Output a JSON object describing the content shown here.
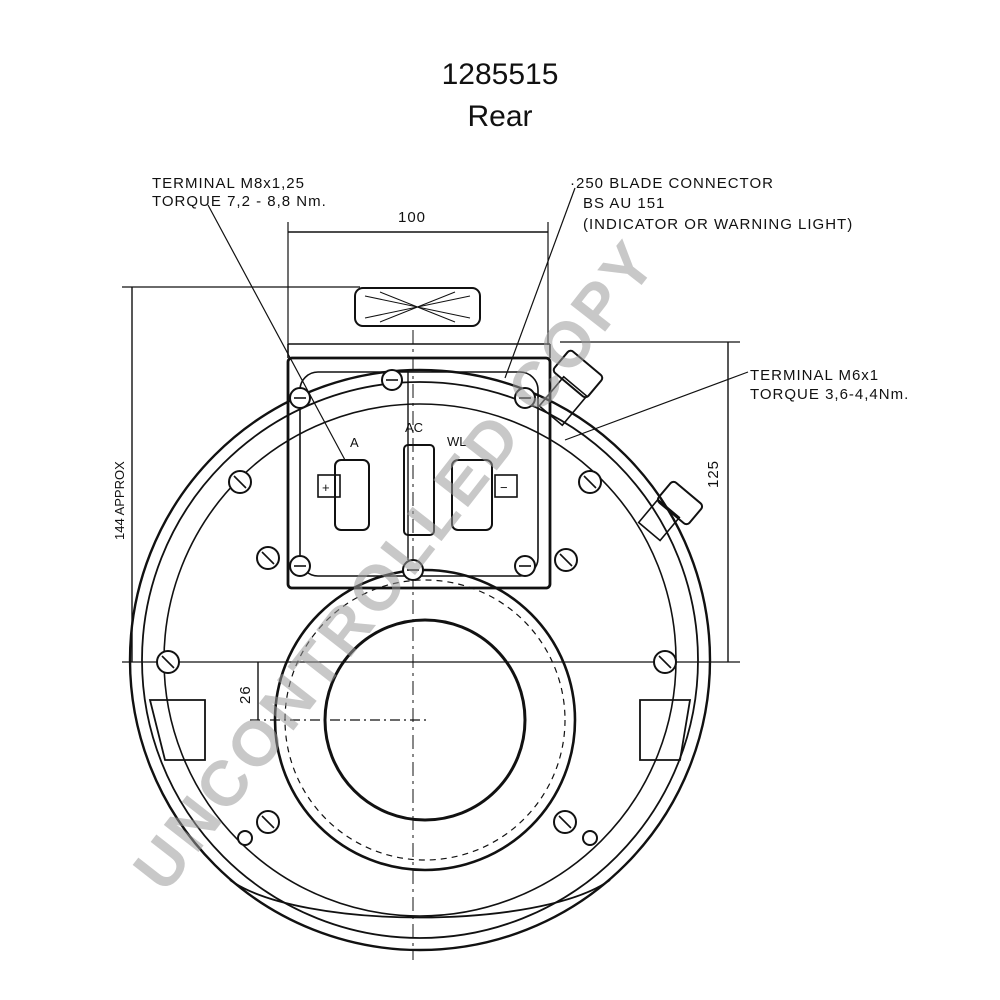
{
  "title": {
    "part_number": "1285515",
    "view": "Rear"
  },
  "annotations": {
    "terminal_main_line1": "TERMINAL  M8x1,25",
    "terminal_main_line2": "TORQUE  7,2 - 8,8 Nm.",
    "blade_line1": "·250  BLADE  CONNECTOR",
    "blade_line2": "BS AU 151",
    "blade_line3": "(INDICATOR OR WARNING LIGHT)",
    "terminal_small_line1": "TERMINAL  M6x1",
    "terminal_small_line2": "TORQUE  3,6-4,4Nm.",
    "terminal_a": "A",
    "terminal_ac": "AC",
    "terminal_wl": "WL",
    "plus": "+",
    "minus": "−"
  },
  "dimensions": {
    "width_top": "100",
    "height_left": "144 APPROX",
    "height_right": "125",
    "offset_small": "26"
  },
  "watermark": "UNCONTROLLED COPY"
}
